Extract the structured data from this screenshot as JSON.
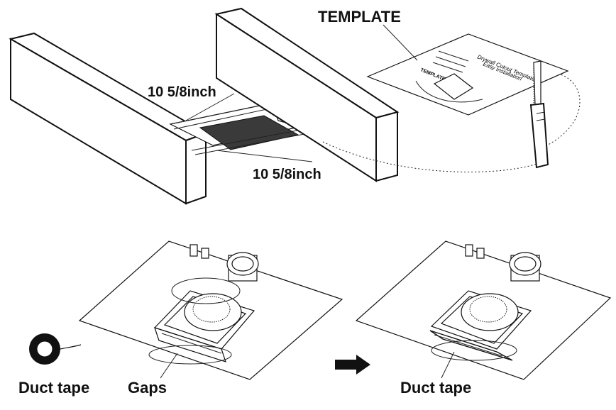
{
  "labels": {
    "template": "TEMPLATE",
    "dim_top": "10 5/8inch",
    "dim_bottom": "10 5/8inch",
    "duct_tape_left": "Duct tape",
    "gaps": "Gaps",
    "duct_tape_right": "Duct tape"
  },
  "template_sheet": {
    "title_line1": "Drywall Cutout Template",
    "title_line2": "Easy Installation",
    "inner_label": "TEMPLATE"
  },
  "colors": {
    "ink": "#111111",
    "opening_fill": "#3a3a3a",
    "paper": "#ffffff"
  }
}
